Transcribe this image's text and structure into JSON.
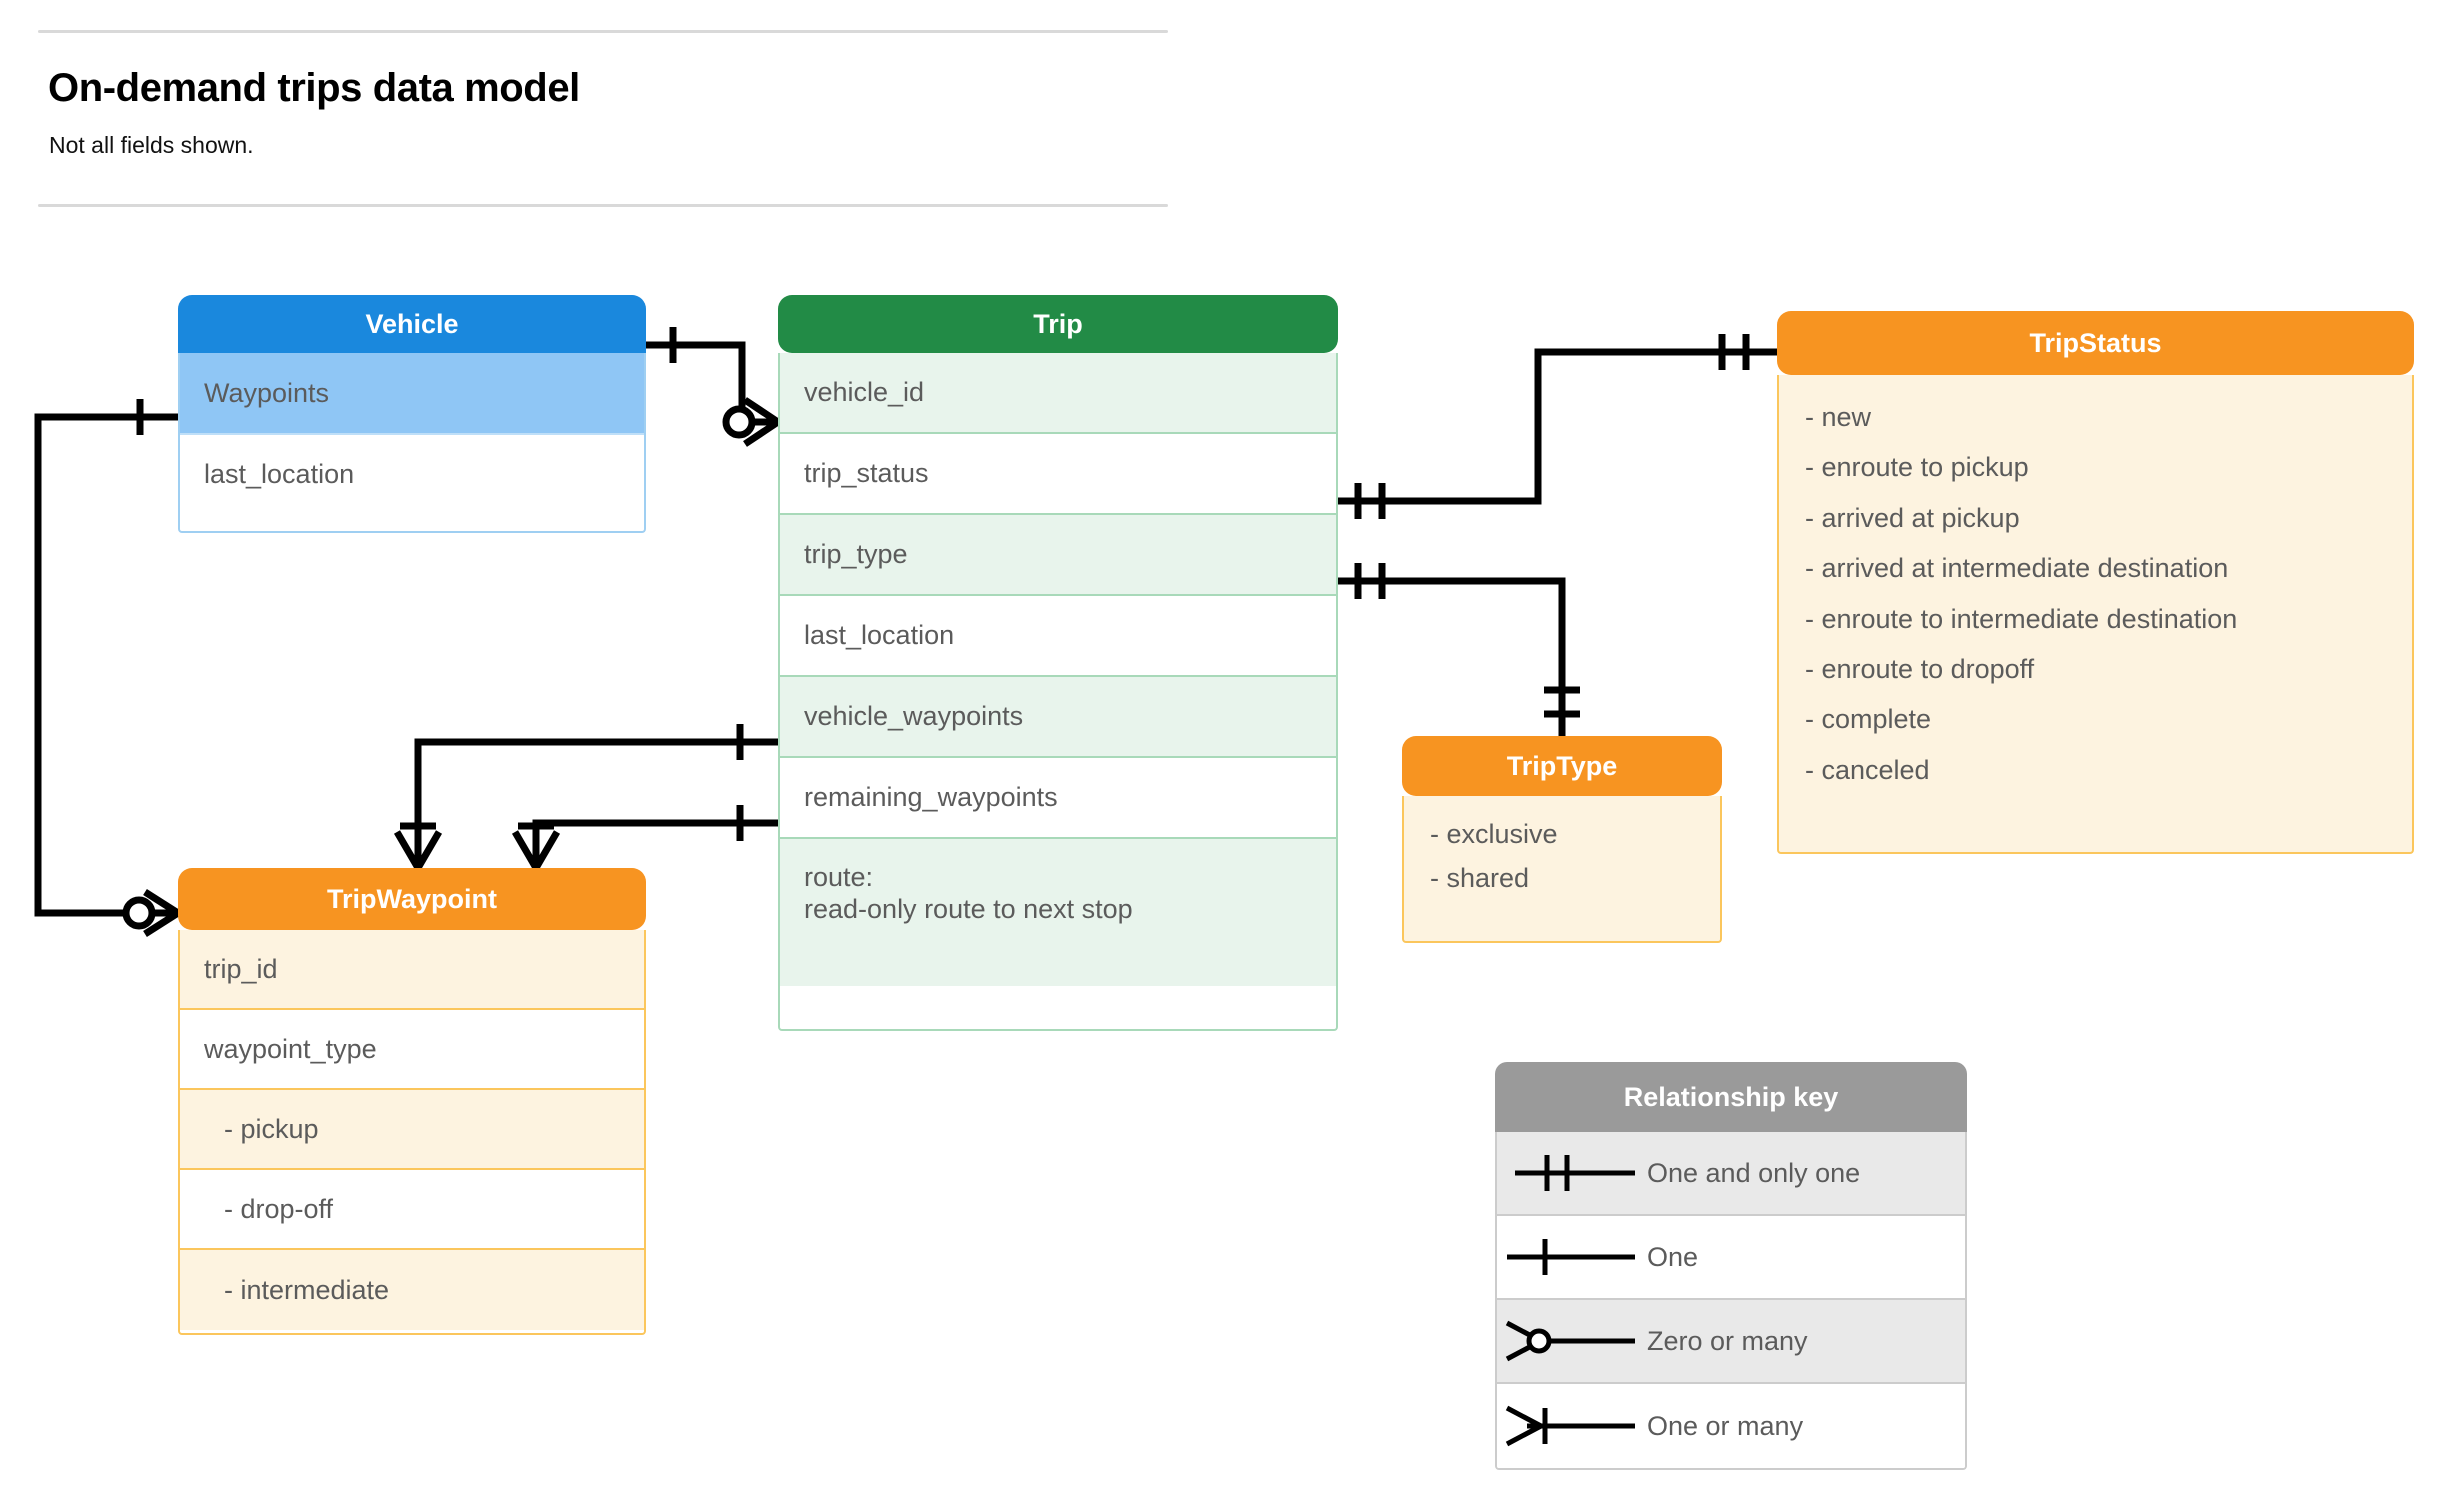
{
  "header": {
    "title": "On-demand trips data model",
    "subtitle": "Not all fields shown."
  },
  "entities": {
    "vehicle": {
      "name": "Vehicle",
      "header_color": "#1a88dd",
      "rows": [
        {
          "label": "Waypoints"
        },
        {
          "label": "last_location"
        }
      ]
    },
    "trip": {
      "name": "Trip",
      "header_color": "#228b46",
      "rows": [
        {
          "label": "vehicle_id"
        },
        {
          "label": "trip_status"
        },
        {
          "label": "trip_type"
        },
        {
          "label": "last_location"
        },
        {
          "label": "vehicle_waypoints"
        },
        {
          "label": "remaining_waypoints"
        },
        {
          "label": "route:",
          "label2": "read-only route to next stop"
        }
      ]
    },
    "tripwaypoint": {
      "name": "TripWaypoint",
      "header_color": "#f79421",
      "rows": [
        {
          "label": "trip_id"
        },
        {
          "label": "waypoint_type"
        },
        {
          "label": "-  pickup"
        },
        {
          "label": "-  drop-off"
        },
        {
          "label": "-  intermediate"
        }
      ]
    },
    "triptype": {
      "name": "TripType",
      "header_color": "#f79421",
      "values": [
        "- exclusive",
        "- shared"
      ]
    },
    "tripstatus": {
      "name": "TripStatus",
      "header_color": "#f79421",
      "values": [
        "- new",
        "- enroute to pickup",
        "- arrived at pickup",
        "- arrived at intermediate destination",
        "- enroute to intermediate destination",
        "- enroute to dropoff",
        "- complete",
        "- canceled"
      ]
    }
  },
  "legend": {
    "title": "Relationship key",
    "rows": [
      {
        "glyph": "one-and-only-one-icon",
        "label": "One and only one"
      },
      {
        "glyph": "one-icon",
        "label": "One"
      },
      {
        "glyph": "zero-or-many-icon",
        "label": "Zero or many"
      },
      {
        "glyph": "one-or-many-icon",
        "label": "One or many"
      }
    ]
  },
  "relationships": [
    {
      "from": "Vehicle",
      "from_card": "one",
      "to": "Trip.vehicle_id",
      "to_card": "zero or many"
    },
    {
      "from": "Vehicle.Waypoints",
      "from_card": "one",
      "to": "TripWaypoint",
      "to_card": "zero or many"
    },
    {
      "from": "Trip.trip_status",
      "from_card": "one and only one",
      "to": "TripStatus",
      "to_card": "one and only one"
    },
    {
      "from": "Trip.trip_type",
      "from_card": "one and only one",
      "to": "TripType",
      "to_card": "one and only one"
    },
    {
      "from": "Trip.vehicle_waypoints",
      "from_card": "one",
      "to": "TripWaypoint",
      "to_card": "one or many"
    },
    {
      "from": "Trip.remaining_waypoints",
      "from_card": "one",
      "to": "TripWaypoint",
      "to_card": "one or many"
    }
  ]
}
